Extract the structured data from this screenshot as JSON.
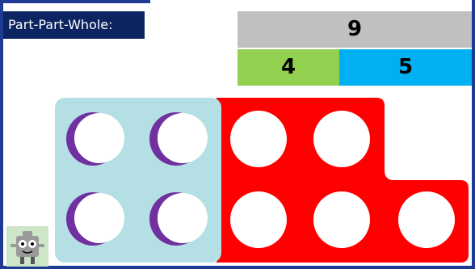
{
  "title": "Part-Part-Whole:",
  "bar_model": {
    "whole": "9",
    "part_a": "4",
    "part_b": "5"
  },
  "colors": {
    "whole": "#c0c0c0",
    "part_a": "#92d050",
    "part_b": "#00b0f0",
    "block_four": "#b4dfe5",
    "block_five": "#ff0000",
    "moon_shadow": "#7030a0",
    "title_bg": "#0c2461",
    "frame": "#1f3a93"
  },
  "icons": [
    "numberblock-mascot-icon"
  ]
}
